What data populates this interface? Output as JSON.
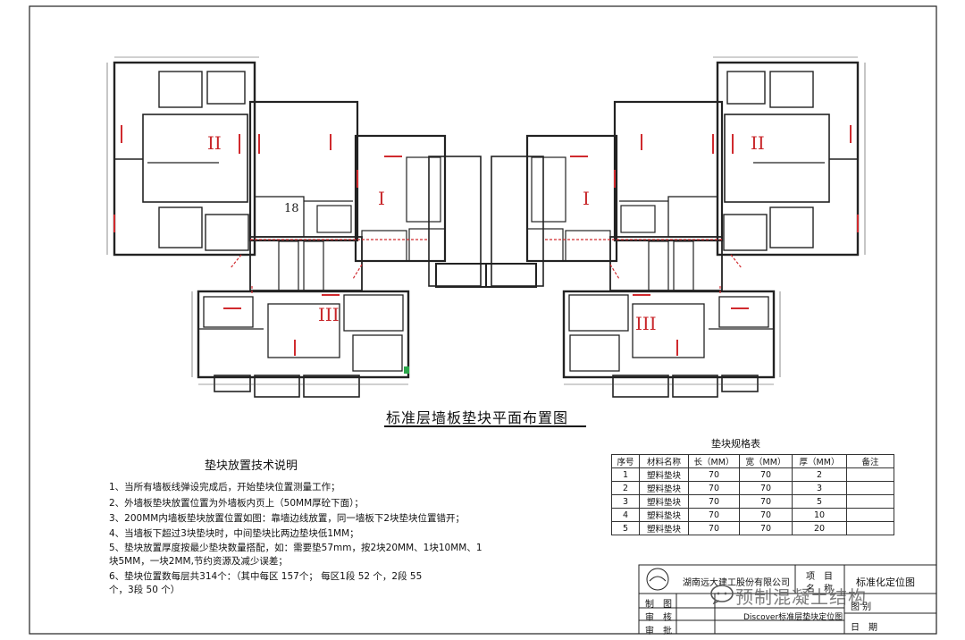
{
  "drawing": {
    "title": "标准层墙板垫块平面布置图",
    "zones": {
      "left_upper": "II",
      "right_upper": "II",
      "left_center": "I",
      "right_center": "I",
      "left_lower": "III",
      "right_lower": "III"
    },
    "room_label": "18"
  },
  "notes": {
    "title": "垫块放置技术说明",
    "items": [
      "1、当所有墙板线弹设完成后，开始垫块位置测量工作；",
      "2、外墙板垫块放置位置为外墙板内页上（50MM厚砼下面）；",
      "3、200MM内墙板垫块放置位置如图：靠墙边线放置，同一墙板下2块垫块位置错开；",
      "4、当墙板下超过3块垫块时，中间垫块比两边垫块低1MM；",
      "5、垫块放置厚度按最少垫块数量搭配，如：需要垫57mm，按2块20MM、1块10MM、1",
      "块5MM，一块2MM,节约资源及减少误差；",
      "6、垫块位置数每层共314个：（其中每区   157个；  每区1段   52   个，2段   55",
      "个，3段 50   个）"
    ]
  },
  "spec_table": {
    "title": "垫块规格表",
    "headers": [
      "序号",
      "材料名称",
      "长（MM）",
      "宽（MM）",
      "厚（MM）",
      "备注"
    ],
    "rows": [
      [
        "1",
        "塑料垫块",
        "70",
        "70",
        "2",
        ""
      ],
      [
        "2",
        "塑料垫块",
        "70",
        "70",
        "3",
        ""
      ],
      [
        "3",
        "塑料垫块",
        "70",
        "70",
        "5",
        ""
      ],
      [
        "4",
        "塑料垫块",
        "70",
        "70",
        "10",
        ""
      ],
      [
        "5",
        "塑料垫块",
        "70",
        "70",
        "20",
        ""
      ]
    ]
  },
  "title_block": {
    "company": "湖南远大建工股份有限公司",
    "project_label": "项　目",
    "name_label": "名　称",
    "drawing_name": "标准化定位图",
    "drawn_label": "制　图",
    "check_label": "审　核",
    "approve_label": "审　批",
    "file_name": "Discover标准层垫块定位图",
    "scale_label": "图 别",
    "date_label": "日　期"
  },
  "watermark": {
    "text": "预制混凝土结构"
  }
}
